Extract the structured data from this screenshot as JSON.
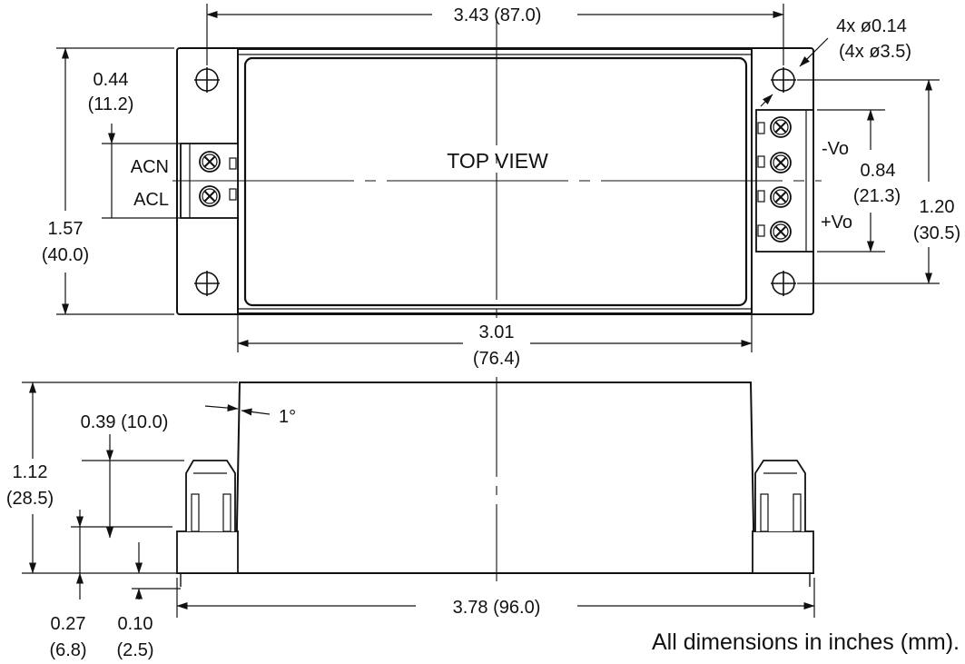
{
  "top_view": {
    "title": "TOP VIEW",
    "width_overall": "3.43 (87.0)",
    "hole_count": "4x ø0.14",
    "hole_count_mm": "(4x ø3.5)",
    "hole_offset": "0.44",
    "hole_offset_mm": "(11.2)",
    "height_overall": "1.57",
    "height_overall_mm": "(40.0)",
    "label_acn": "ACN",
    "label_acl": "ACL",
    "label_neg_vo": "-Vo",
    "label_pos_vo": "+Vo",
    "output_pitch": "0.84",
    "output_pitch_mm": "(21.3)",
    "hole_spacing_v": "1.20",
    "hole_spacing_v_mm": "(30.5)",
    "body_width": "3.01",
    "body_width_mm": "(76.4)"
  },
  "side_view": {
    "draft_angle": "1°",
    "terminal_height": "0.39 (10.0)",
    "total_height": "1.12",
    "total_height_mm": "(28.5)",
    "base_height": "0.27",
    "base_height_mm": "(6.8)",
    "pin_length": "0.10",
    "pin_length_mm": "(2.5)",
    "length_overall": "3.78 (96.0)"
  },
  "note": "All dimensions in inches (mm)."
}
